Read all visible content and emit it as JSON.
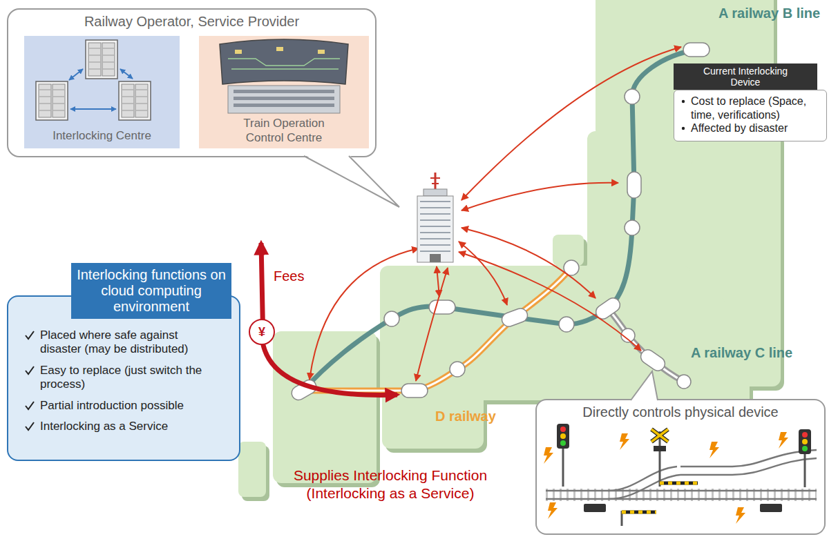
{
  "diagram": {
    "nodes": [
      {
        "text": [
          "Railway Operator, Service Provider"
        ]
      },
      {
        "text": [
          "Interlocking Centre"
        ],
        "in": 0
      },
      {
        "text": [
          "Train Operation Control Centre"
        ],
        "in": 0
      },
      {
        "text": [
          "Current Interlocking Device"
        ]
      },
      {
        "text": [
          "Cost to replace (Space, time, verifications)",
          "Affected by disaster"
        ]
      },
      {
        "text": [
          "Interlocking functions on cloud computing environment"
        ]
      },
      {
        "text": [
          "Placed where safe against disaster (may be distributed)",
          "Easy to replace (just switch the process)",
          "Partial introduction possible",
          "Interlocking as a Service"
        ]
      },
      {
        "text": [
          "Directly controls physical device"
        ]
      },
      {
        "text": [
          "¥"
        ]
      }
    ],
    "edges": [
      {
        "from": 1,
        "to": 2,
        "arrow": "both"
      }
    ],
    "labels": [
      "A railway B line",
      "A railway C line",
      "D railway",
      "Fees",
      "Supplies Interlocking Function (Interlocking as a Service)"
    ]
  }
}
